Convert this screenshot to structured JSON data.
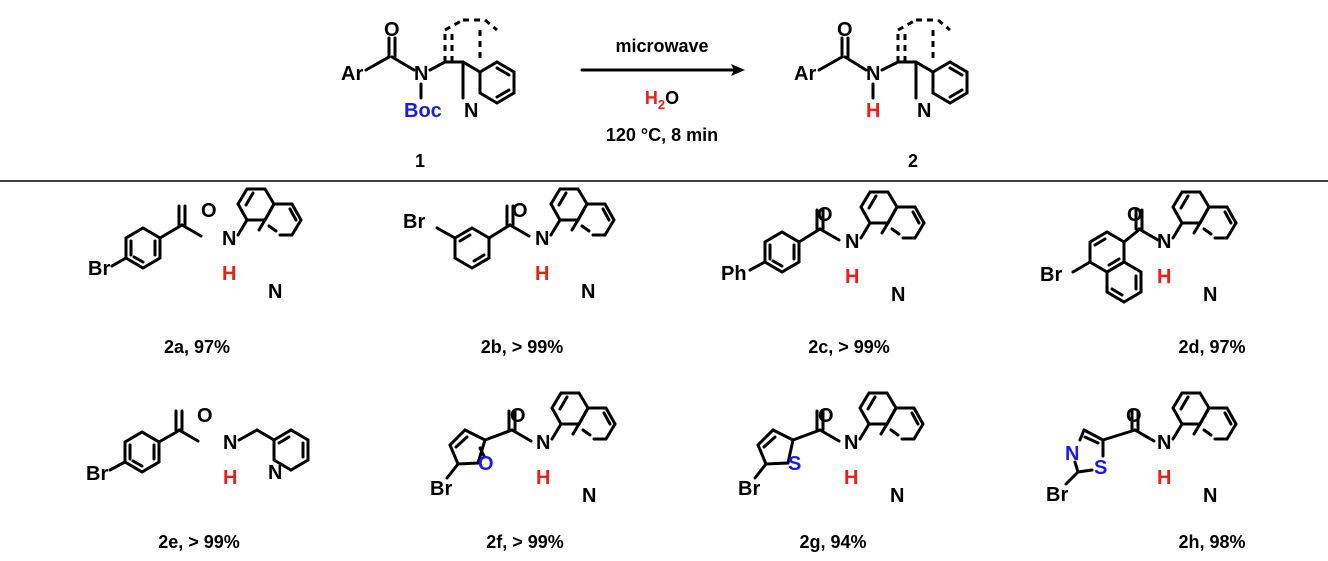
{
  "colors": {
    "black": "#000000",
    "red": "#e8201a",
    "blue": "#1a1aee"
  },
  "scheme": {
    "reactant_number": "1",
    "product_number": "2",
    "condition_top": "microwave",
    "condition_reagent_main": "H",
    "condition_reagent_sub": "2",
    "condition_reagent_tail": "O",
    "condition_bottom": "120 °C, 8 min",
    "atoms": {
      "ar": "Ar",
      "o": "O",
      "n": "N",
      "boc": "Boc",
      "h": "H",
      "br": "Br",
      "ph": "Ph",
      "s": "S"
    }
  },
  "compounds": [
    {
      "label": "2a, 97%"
    },
    {
      "label": "2b, > 99%"
    },
    {
      "label": "2c, > 99%"
    },
    {
      "label": "2d, 97%"
    },
    {
      "label": "2e, > 99%"
    },
    {
      "label": "2f, > 99%"
    },
    {
      "label": "2g, 94%"
    },
    {
      "label": "2h, 98%"
    }
  ]
}
